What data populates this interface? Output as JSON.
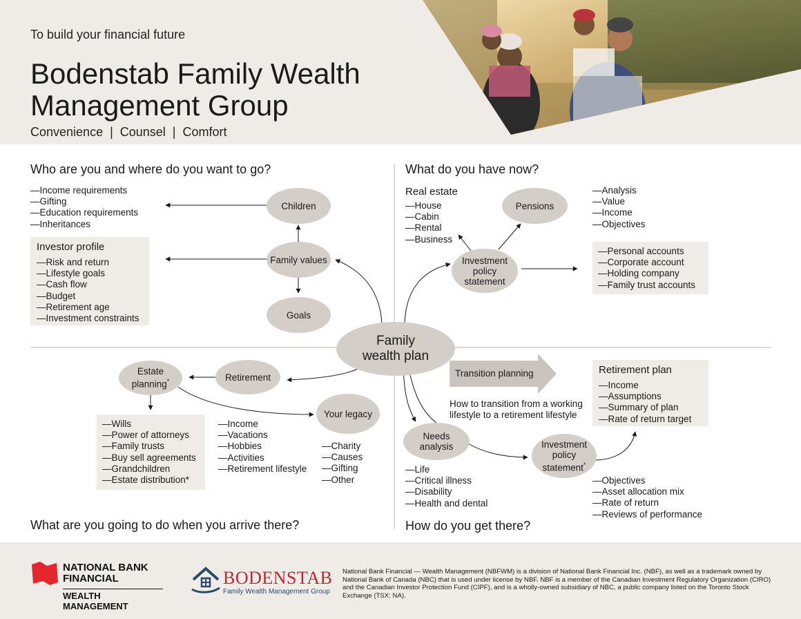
{
  "header": {
    "tagline": "To build your financial future",
    "title_line1": "Bodenstab Family Wealth",
    "title_line2": "Management Group",
    "subtitle": "Convenience  |  Counsel  |  Comfort"
  },
  "questions": {
    "top_left": "Who are you and where do you want to go?",
    "top_right": "What do you have now?",
    "bottom_left": "What are you going to do when you arrive there?",
    "bottom_right": "How do you get there?"
  },
  "center_node": {
    "line1": "Family",
    "line2": "wealth plan"
  },
  "top_left": {
    "children_list": [
      "Income requirements",
      "Gifting",
      "Education requirements",
      "Inheritances"
    ],
    "investor_profile": {
      "heading": "Investor profile",
      "items": [
        "Risk and return",
        "Lifestyle goals",
        "Cash flow",
        "Budget",
        "Retirement age",
        "Investment constraints"
      ]
    },
    "nodes": {
      "children": "Children",
      "family_values": "Family values",
      "goals": "Goals"
    }
  },
  "top_right": {
    "real_estate": {
      "heading": "Real estate",
      "items": [
        "House",
        "Cabin",
        "Rental",
        "Business"
      ]
    },
    "pensions_list": [
      "Analysis",
      "Value",
      "Income",
      "Objectives"
    ],
    "accounts": [
      "Personal accounts",
      "Corporate account",
      "Holding company",
      "Family trust accounts"
    ],
    "nodes": {
      "pensions": "Pensions",
      "ips_line1": "Investment",
      "ips_line2": "policy",
      "ips_line3": "statement"
    }
  },
  "bottom_left": {
    "nodes": {
      "estate_line1": "Estate",
      "estate_line2": "planning",
      "estate_mark": "*",
      "retirement": "Retirement",
      "legacy": "Your legacy"
    },
    "estate_list": [
      "Wills",
      "Power of attorneys",
      "Family trusts",
      "Buy sell agreements",
      "Grandchildren",
      "Estate distribution*"
    ],
    "retirement_list": [
      "Income",
      "Vacations",
      "Hobbies",
      "Activities",
      "Retirement lifestyle"
    ],
    "legacy_list": [
      "Charity",
      "Causes",
      "Gifting",
      "Other"
    ]
  },
  "bottom_right": {
    "transition_label": "Transition planning",
    "transition_desc": "How to transition from a working lifestyle to a retirement lifestyle",
    "retirement_plan": {
      "heading": "Retirement plan",
      "items": [
        "Income",
        "Assumptions",
        "Summary of plan",
        "Rate of return target"
      ]
    },
    "nodes": {
      "needs_line1": "Needs",
      "needs_line2": "analysis",
      "ips_line1": "Investment",
      "ips_line2": "policy",
      "ips_line3": "statement",
      "ips_mark": "*"
    },
    "needs_list": [
      "Life",
      "Critical illness",
      "Disability",
      "Health and dental"
    ],
    "ips_list": [
      "Objectives",
      "Asset allocation mix",
      "Rate of return",
      "Reviews of performance"
    ]
  },
  "footer": {
    "nbf_line1": "NATIONAL BANK",
    "nbf_line2": "FINANCIAL",
    "nbf_line3": "WEALTH MANAGEMENT",
    "bodenstab_name": "BODENSTAB",
    "bodenstab_sub": "Family Wealth Management Group",
    "disclaimer": "National Bank Financial — Wealth Management (NBFWM) is a division of National Bank Financial Inc. (NBF), as well as a trademark owned by National Bank of Canada (NBC) that is used under license by NBF. NBF is a member of the Canadian Investment Regulatory Organization (CIRO) and the Canadian Investor Protection Fund (CIPF), and is a wholly-owned subsidiary of NBC, a public company listed on the Toronto Stock Exchange (TSX: NA)."
  },
  "colors": {
    "node_fill": "#d3cec7",
    "box_fill": "#efebe6",
    "arrow_fill": "#c9c4bd",
    "nbf_red": "#e4262e",
    "bodenstab_red": "#b52a35",
    "bodenstab_blue": "#2b4a6b"
  }
}
